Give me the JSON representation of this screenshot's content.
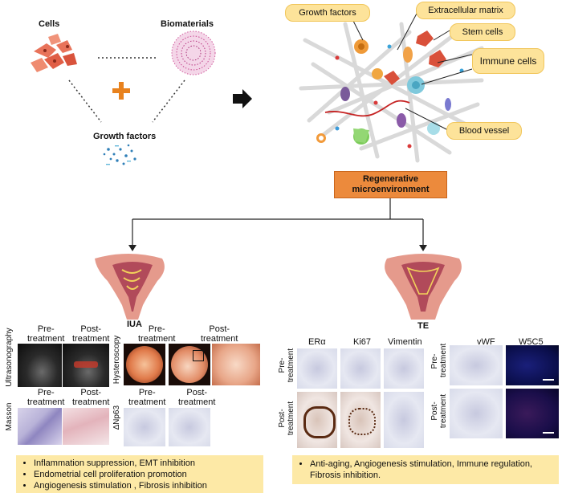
{
  "top_left": {
    "cells_label": "Cells",
    "biomaterials_label": "Biomaterials",
    "growth_factors_label": "Growth factors"
  },
  "microenvironment": {
    "labels": {
      "growth_factors": "Growth factors",
      "extracellular_matrix": "Extracellular matrix",
      "stem_cells": "Stem cells",
      "immune_cells": "Immune cells",
      "blood_vessel": "Blood vessel"
    },
    "regenerative_line1": "Regenerative",
    "regenerative_line2": "microenvironment"
  },
  "iua": {
    "title": "IUA",
    "ultrasonography_label": "Ultrasonography",
    "masson_label": "Masson",
    "hysteroscopy_label": "Hysteroscopy",
    "np63_label": "∆Np63",
    "pre_label_1": "Pre-",
    "pre_label_2": "treatment",
    "post_label_1": "Post-",
    "post_label_2": "treatment",
    "bullets": [
      "Inflammation suppression, EMT inhibition",
      "Endometrial cell proliferation promotion",
      "Angiogenesis stimulation , Fibrosis inhibition"
    ]
  },
  "te": {
    "title": "TE",
    "markers": [
      "ERα",
      "Ki67",
      "Vimentin",
      "vWF",
      "W5C5"
    ],
    "pre_label_1": "Pre-",
    "pre_label_2": "treatment",
    "post_label_1": "Post-",
    "post_label_2": "treatment",
    "bullets": [
      "Anti-aging, Angiogenesis stimulation, Immune regulation,\nFibrosis inhibition."
    ]
  },
  "colors": {
    "pill_fill": "#fde39a",
    "regen_fill": "#ec8a3c",
    "summary_fill": "#fde9a6",
    "plus": "#e8821e",
    "uterus": "#e59a8c"
  }
}
